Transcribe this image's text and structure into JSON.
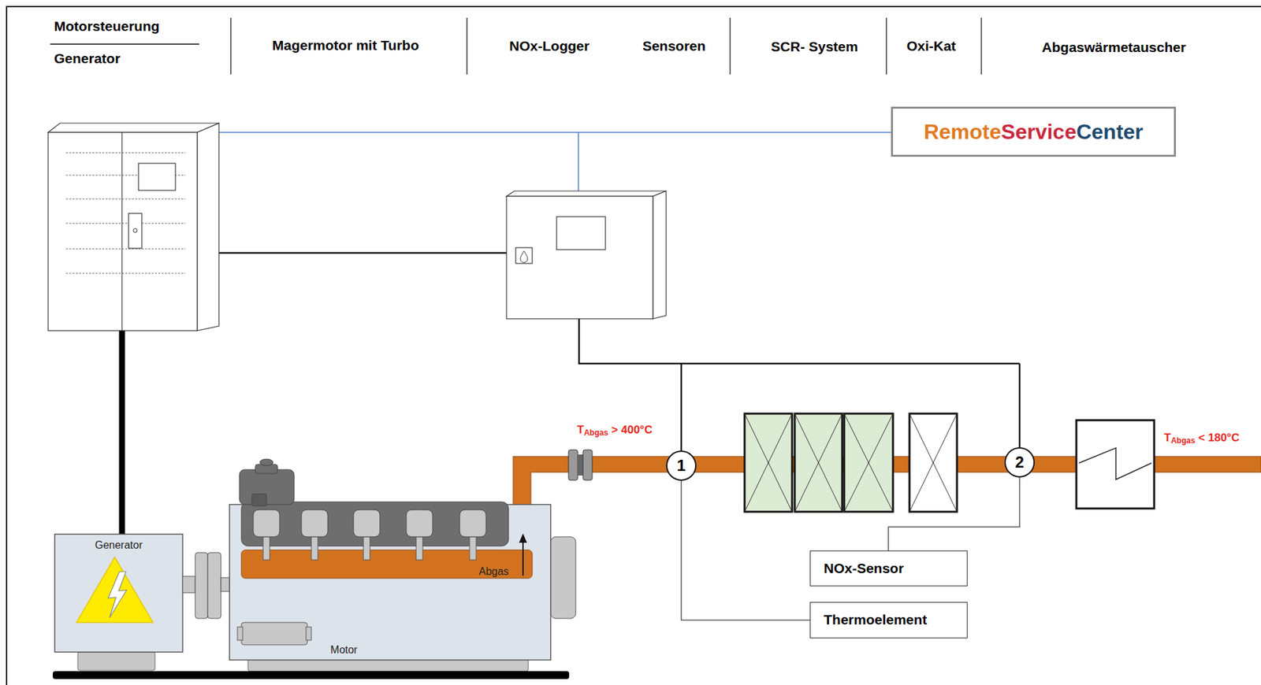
{
  "diagram": {
    "nodes": [
      {
        "text": [
          "Remote",
          "Service",
          "Center"
        ]
      },
      {
        "text": [
          "1"
        ]
      },
      {
        "text": [
          "2"
        ]
      },
      {
        "text": [
          "Generator"
        ]
      },
      {
        "text": [
          "NOx-Sensor"
        ]
      },
      {
        "text": [
          "Motor"
        ]
      },
      {
        "text": [
          "Thermoelement"
        ]
      }
    ],
    "edges": [
      {
        "from": 1,
        "to": 6,
        "arrow": "none"
      },
      {
        "from": 2,
        "to": 4,
        "arrow": "none"
      }
    ],
    "labels": [
      "Motorsteuerung",
      "Generator",
      "Magermotor mit Turbo",
      "NOx-Logger",
      "Sensoren",
      "SCR- System",
      "Oxi-Kat",
      "Abgaswärmetauscher",
      "T",
      "Abgas",
      "> 400°C",
      "T",
      "Abgas",
      "< 180°C",
      "Abgas"
    ]
  }
}
